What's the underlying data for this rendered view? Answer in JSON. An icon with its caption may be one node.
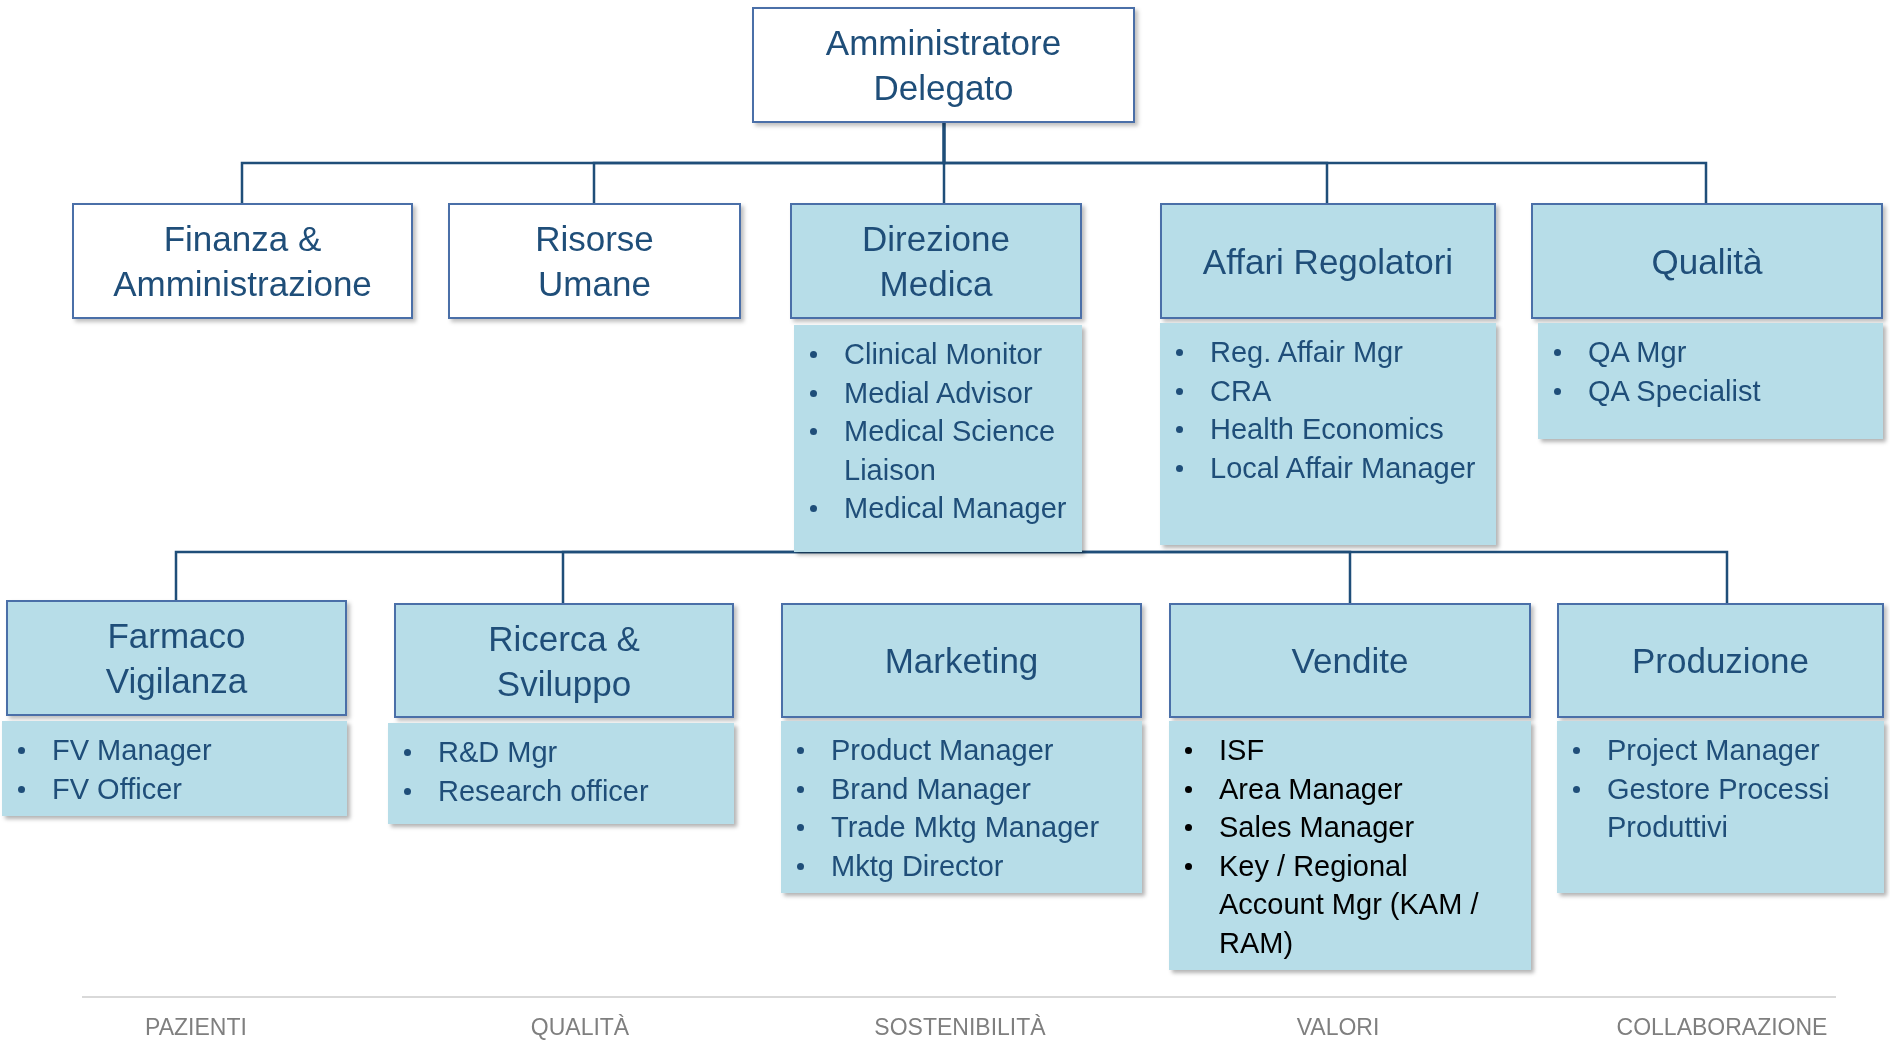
{
  "diagram": {
    "nodes": [
      {
        "text": [
          "Amministratore Delegato"
        ]
      },
      {
        "text": [
          "Finanza & Amministrazione"
        ]
      },
      {
        "text": [
          "Risorse Umane"
        ]
      },
      {
        "text": [
          "Direzione Medica"
        ]
      },
      {
        "text": [
          "Clinical Monitor",
          "Medial Advisor",
          "Medical Science Liaison",
          "Medical Manager"
        ]
      },
      {
        "text": [
          "Affari Regolatori"
        ]
      },
      {
        "text": [
          "Reg. Affair Mgr",
          "CRA",
          "Health Economics",
          "Local Affair Manager"
        ]
      },
      {
        "text": [
          "Qualità"
        ]
      },
      {
        "text": [
          "QA Mgr",
          "QA Specialist"
        ]
      },
      {
        "text": [
          "Farmaco Vigilanza"
        ]
      },
      {
        "text": [
          "FV Manager",
          "FV Officer"
        ]
      },
      {
        "text": [
          "Ricerca & Sviluppo"
        ]
      },
      {
        "text": [
          "R&D Mgr",
          "Research officer"
        ]
      },
      {
        "text": [
          "Marketing"
        ]
      },
      {
        "text": [
          "Product Manager",
          "Brand Manager",
          "Trade Mktg Manager",
          "Mktg Director"
        ]
      },
      {
        "text": [
          "Vendite"
        ]
      },
      {
        "text": [
          "ISF",
          "Area Manager",
          "Sales Manager",
          "Key / Regional Account Mgr (KAM / RAM)"
        ]
      },
      {
        "text": [
          "Produzione"
        ]
      },
      {
        "text": [
          "Project Manager",
          "Gestore Processi Produttivi"
        ]
      }
    ],
    "edges": [
      {
        "from": 0,
        "to": 1,
        "arrow": "none"
      },
      {
        "from": 0,
        "to": 2,
        "arrow": "none"
      },
      {
        "from": 0,
        "to": 3,
        "arrow": "none"
      },
      {
        "from": 0,
        "to": 5,
        "arrow": "none"
      },
      {
        "from": 0,
        "to": 7,
        "arrow": "none"
      },
      {
        "from": 4,
        "to": 9,
        "arrow": "none"
      },
      {
        "from": 4,
        "to": 11,
        "arrow": "none"
      },
      {
        "from": 4,
        "to": 15,
        "arrow": "none"
      },
      {
        "from": 4,
        "to": 17,
        "arrow": "none"
      }
    ],
    "labels": [
      "PAZIENTI",
      "QUALITÀ",
      "SOSTENIBILITÀ",
      "VALORI",
      "COLLABORAZIONE"
    ]
  }
}
